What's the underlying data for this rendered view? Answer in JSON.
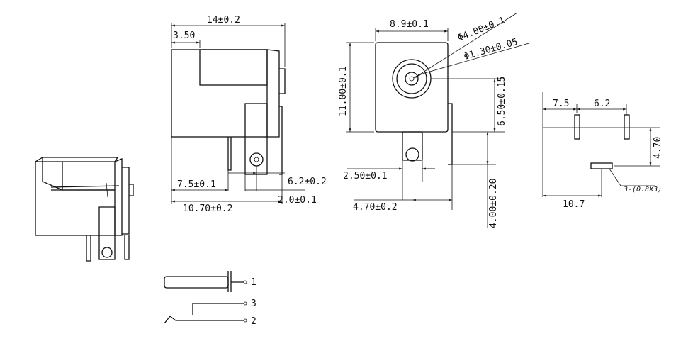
{
  "views": {
    "side": {
      "overall_width": "14±0.2",
      "step": "3.50",
      "dim_front_pin": "7.5±0.1",
      "dim_depth": "10.70±0.2",
      "dim_rear_pin": "6.2±0.2",
      "dim_pin_gap": "2.0±0.1"
    },
    "front": {
      "width": "8.9±0.1",
      "hole_outer": "Φ4.00±0.1",
      "hole_inner": "Φ1.30±0.05",
      "height": "11.00±0.1",
      "center_height": "6.50±0.15",
      "pin_width": "2.50±0.1",
      "pin_offset": "4.70±0.2",
      "pin_length": "4.00±0.20"
    },
    "footprint": {
      "dim_a": "7.5",
      "dim_b": "6.2",
      "dim_c": "4.70",
      "dim_total": "10.7",
      "hole_note": "3-(0.8X3)"
    },
    "schematic": {
      "pin1": "1",
      "pin3": "3",
      "pin2": "2"
    }
  }
}
